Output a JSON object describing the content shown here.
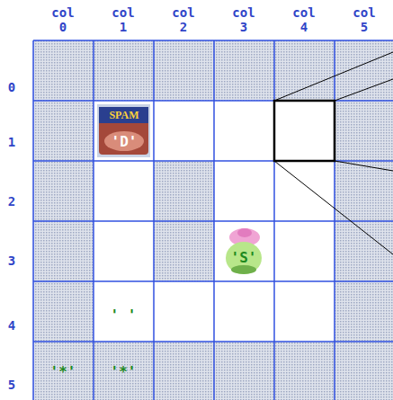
{
  "diagram": {
    "labels": [
      "col 0",
      "col 1",
      "col 2",
      "col 3",
      "col 4",
      "col 5",
      "0",
      "1",
      "2",
      "3",
      "4",
      "5",
      "SPAM",
      "'D'",
      "'S'",
      "' '",
      "'*'",
      "'*'"
    ]
  }
}
